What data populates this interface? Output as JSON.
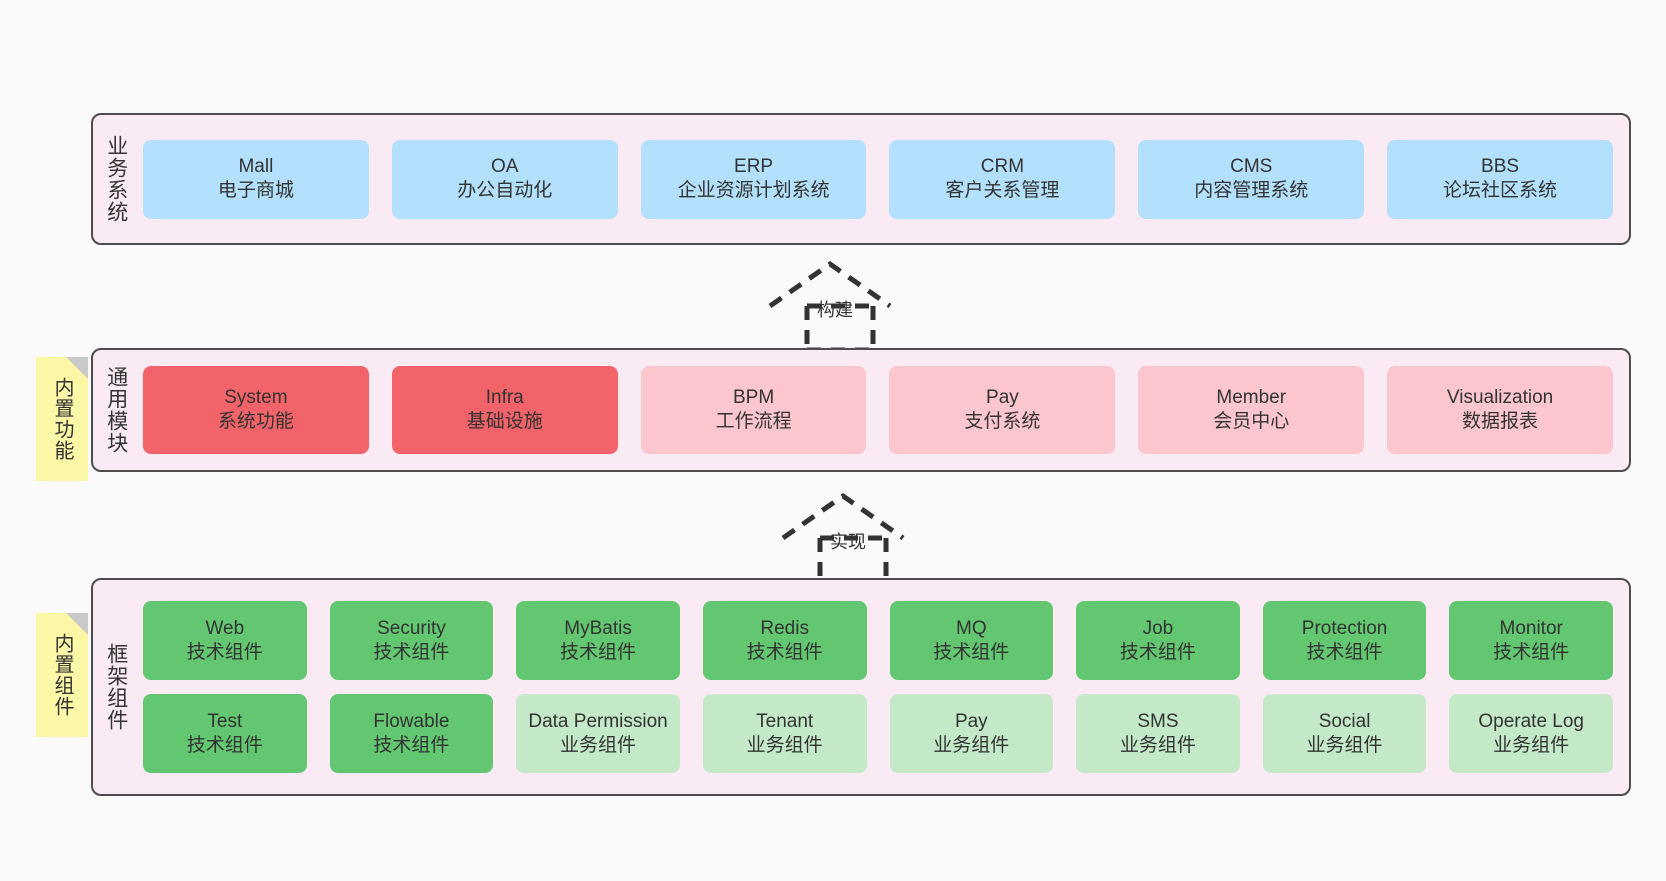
{
  "diagram": {
    "background": "#fafafa",
    "panel_fill": "#f9eaf4",
    "panel_stroke": "#4d4d4d",
    "note_fill": "#fbf8a8"
  },
  "layers": [
    {
      "id": "business",
      "title": "业务系统",
      "rows": [
        {
          "cards": [
            {
              "name": "Mall",
              "sub": "电子商城",
              "color": "#b3e0fc",
              "style": "c-blue"
            },
            {
              "name": "OA",
              "sub": "办公自动化",
              "color": "#b3e0fc",
              "style": "c-blue"
            },
            {
              "name": "ERP",
              "sub": "企业资源计划系统",
              "color": "#b3e0fc",
              "style": "c-blue"
            },
            {
              "name": "CRM",
              "sub": "客户关系管理",
              "color": "#b3e0fc",
              "style": "c-blue"
            },
            {
              "name": "CMS",
              "sub": "内容管理系统",
              "color": "#b3e0fc",
              "style": "c-blue"
            },
            {
              "name": "BBS",
              "sub": "论坛社区系统",
              "color": "#b3e0fc",
              "style": "c-blue"
            }
          ]
        }
      ]
    },
    {
      "id": "common-modules",
      "title": "通用模块",
      "note": "内置功能",
      "rows": [
        {
          "cards": [
            {
              "name": "System",
              "sub": "系统功能",
              "color": "#f2646a",
              "style": "c-red"
            },
            {
              "name": "Infra",
              "sub": "基础设施",
              "color": "#f2646a",
              "style": "c-red"
            },
            {
              "name": "BPM",
              "sub": "工作流程",
              "color": "#fbc6cd",
              "style": "c-pink"
            },
            {
              "name": "Pay",
              "sub": "支付系统",
              "color": "#fbc6cd",
              "style": "c-pink"
            },
            {
              "name": "Member",
              "sub": "会员中心",
              "color": "#fbc6cd",
              "style": "c-pink"
            },
            {
              "name": "Visualization",
              "sub": "数据报表",
              "color": "#fbc6cd",
              "style": "c-pink"
            }
          ]
        }
      ]
    },
    {
      "id": "framework-components",
      "title": "框架组件",
      "note": "内置组件",
      "rows": [
        {
          "cards": [
            {
              "name": "Web",
              "sub": "技术组件",
              "color": "#63c771",
              "style": "c-green"
            },
            {
              "name": "Security",
              "sub": "技术组件",
              "color": "#63c771",
              "style": "c-green"
            },
            {
              "name": "MyBatis",
              "sub": "技术组件",
              "color": "#63c771",
              "style": "c-green"
            },
            {
              "name": "Redis",
              "sub": "技术组件",
              "color": "#63c771",
              "style": "c-green"
            },
            {
              "name": "MQ",
              "sub": "技术组件",
              "color": "#63c771",
              "style": "c-green"
            },
            {
              "name": "Job",
              "sub": "技术组件",
              "color": "#63c771",
              "style": "c-green"
            },
            {
              "name": "Protection",
              "sub": "技术组件",
              "color": "#63c771",
              "style": "c-green"
            },
            {
              "name": "Monitor",
              "sub": "技术组件",
              "color": "#63c771",
              "style": "c-green"
            }
          ]
        },
        {
          "cards": [
            {
              "name": "Test",
              "sub": "技术组件",
              "color": "#63c771",
              "style": "c-green"
            },
            {
              "name": "Flowable",
              "sub": "技术组件",
              "color": "#63c771",
              "style": "c-green"
            },
            {
              "name": "Data Permission",
              "sub": "业务组件",
              "color": "#c3e9c9",
              "style": "c-lightgreen"
            },
            {
              "name": "Tenant",
              "sub": "业务组件",
              "color": "#c3e9c9",
              "style": "c-lightgreen"
            },
            {
              "name": "Pay",
              "sub": "业务组件",
              "color": "#c3e9c9",
              "style": "c-lightgreen"
            },
            {
              "name": "SMS",
              "sub": "业务组件",
              "color": "#c3e9c9",
              "style": "c-lightgreen"
            },
            {
              "name": "Social",
              "sub": "业务组件",
              "color": "#c3e9c9",
              "style": "c-lightgreen"
            },
            {
              "name": "Operate Log",
              "sub": "业务组件",
              "color": "#c3e9c9",
              "style": "c-lightgreen"
            }
          ]
        }
      ]
    }
  ],
  "connectors": [
    {
      "id": "build",
      "label": "构建",
      "from": "common-modules",
      "to": "business"
    },
    {
      "id": "implement",
      "label": "实现",
      "from": "framework-components",
      "to": "common-modules"
    }
  ]
}
